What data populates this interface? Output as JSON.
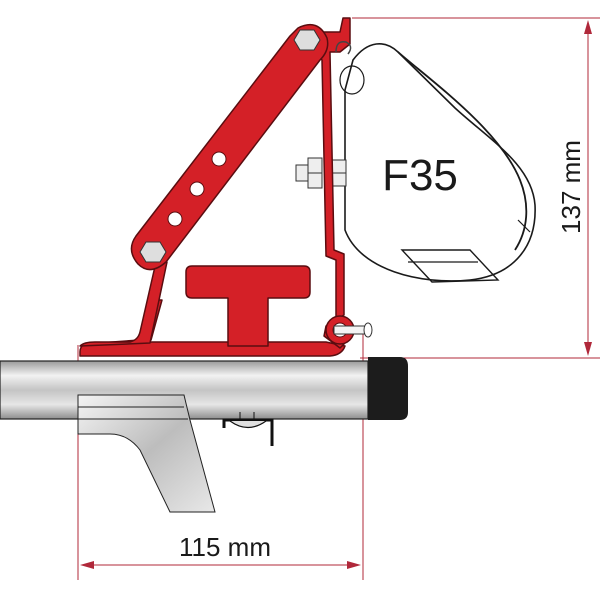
{
  "diagram": {
    "model_label": "F35",
    "height_dimension": "137 mm",
    "width_dimension": "115 mm",
    "colors": {
      "bracket_red": "#d42027",
      "outline": "#5a0d10",
      "dimension_line": "#b0283a",
      "rail_silver": "#c8c8c8",
      "end_cap": "#1c1c1c",
      "bolt_grey": "#dedede"
    }
  }
}
